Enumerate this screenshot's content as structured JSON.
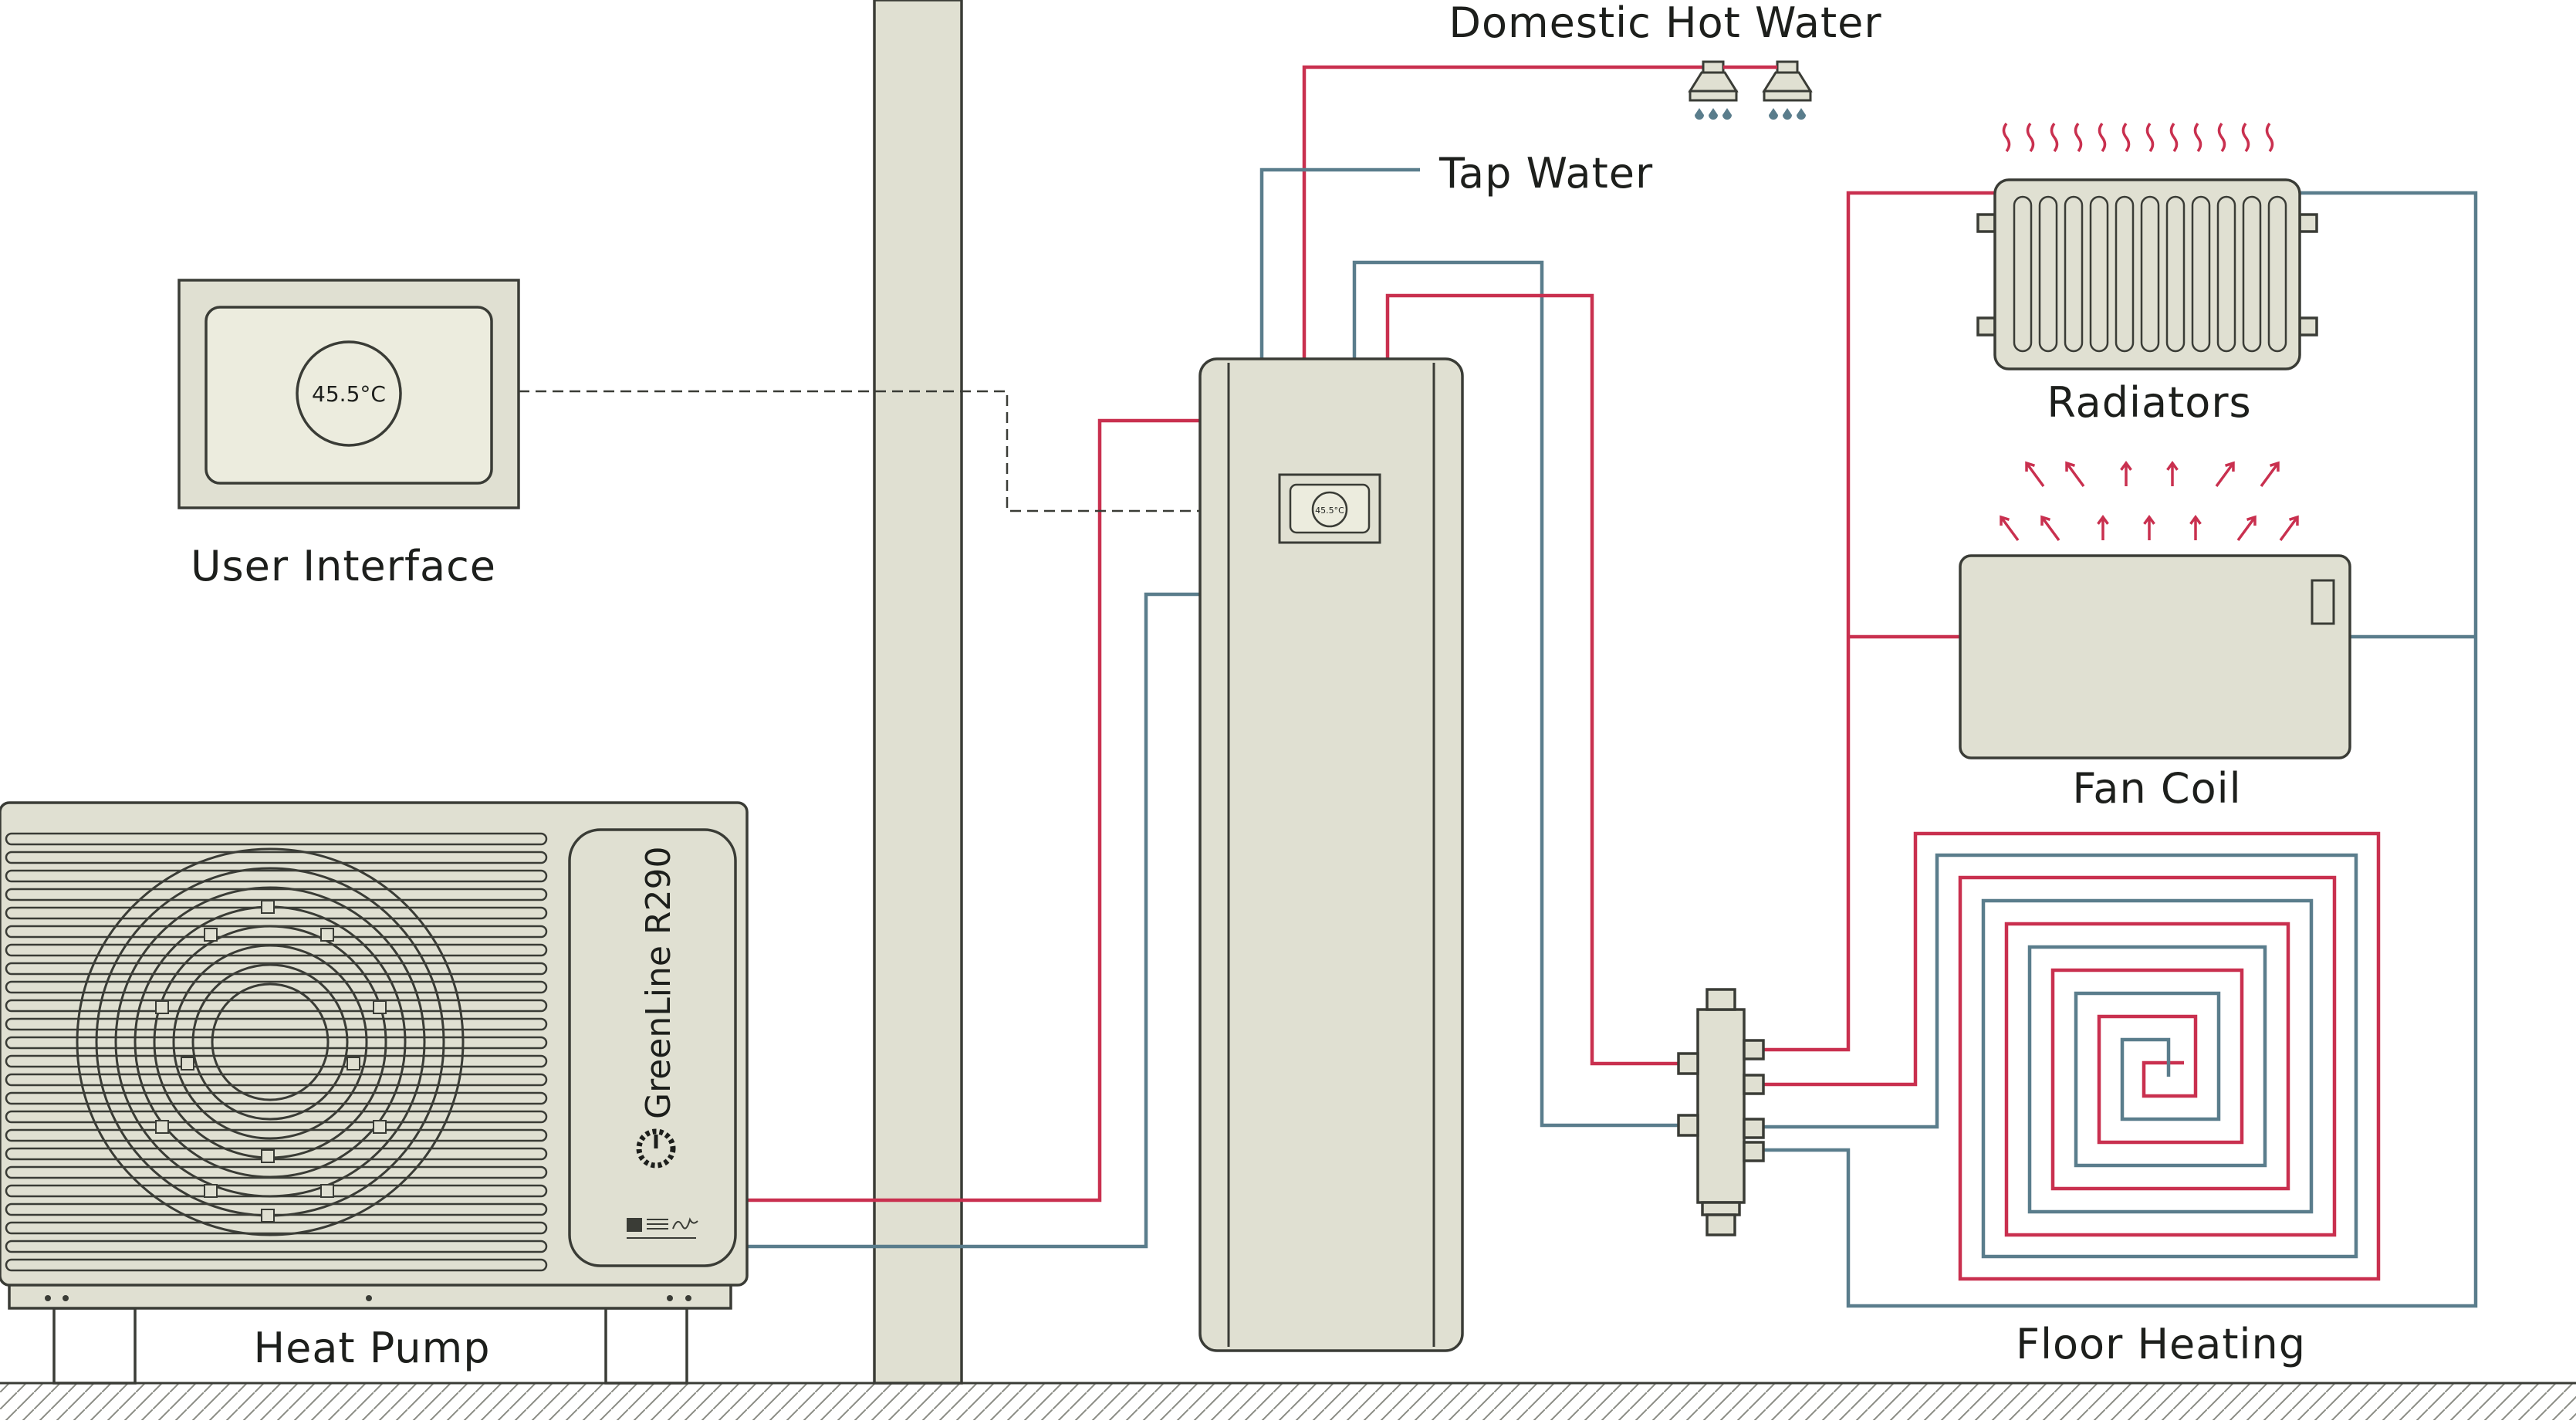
{
  "labels": {
    "domestic_hot_water": "Domestic Hot Water",
    "tap_water": "Tap Water",
    "radiators": "Radiators",
    "fan_coil": "Fan Coil",
    "floor_heating": "Floor Heating",
    "user_interface": "User Interface",
    "heat_pump": "Heat Pump"
  },
  "user_interface": {
    "display_value": "45.5°C"
  },
  "tank_display": {
    "display_value": "45.5°C"
  },
  "heat_pump": {
    "brand": "GreenLine R290"
  },
  "icons": [
    "shower-head-icon",
    "brand-logo-icon",
    "heat-wave-icon",
    "airflow-arrow-icon"
  ],
  "colors": {
    "hot_pipe": "#c9304f",
    "cold_pipe": "#5a7d8c",
    "unit_fill": "#e0e0d2",
    "outline": "#3a3c36"
  }
}
